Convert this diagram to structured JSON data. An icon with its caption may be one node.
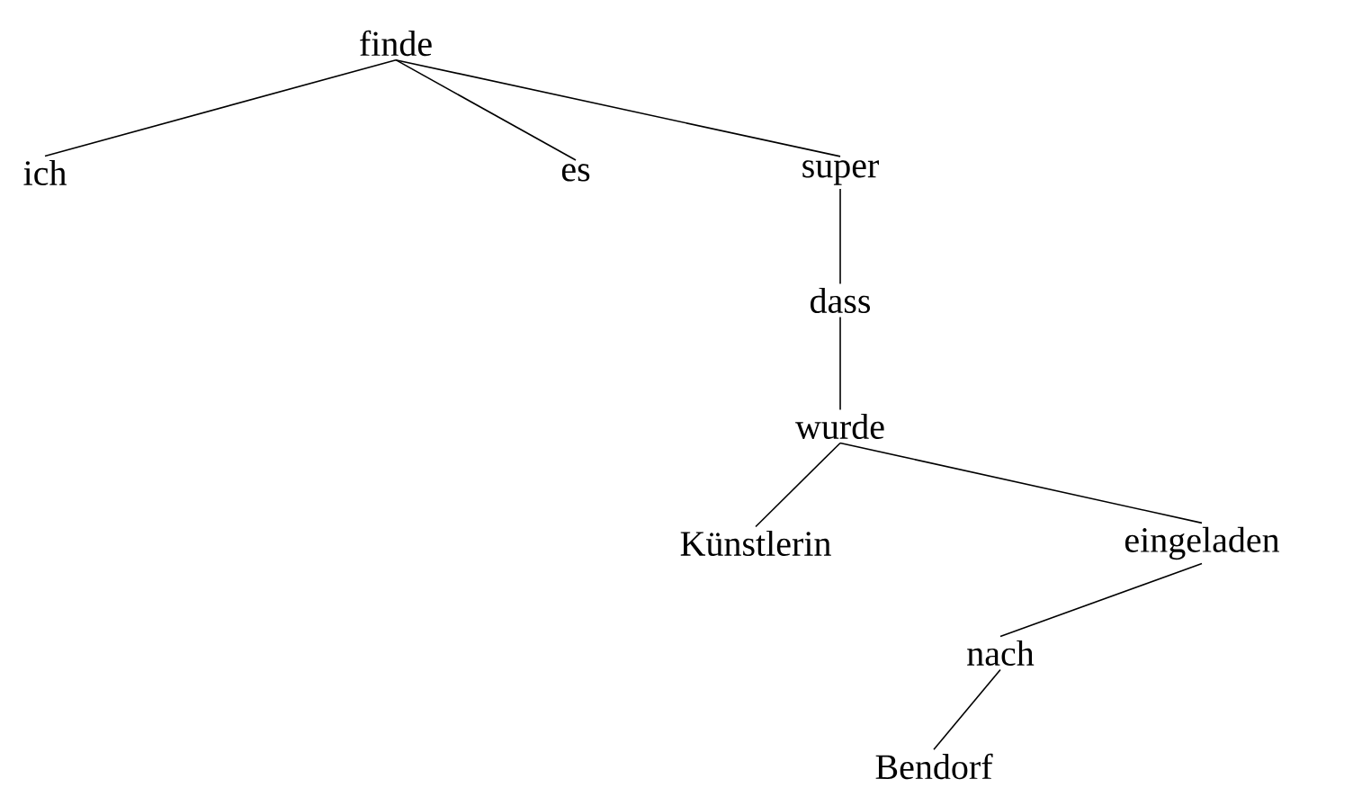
{
  "diagram": {
    "nodes": [
      {
        "text": [
          "finde"
        ]
      },
      {
        "text": [
          "ich"
        ]
      },
      {
        "text": [
          "es"
        ]
      },
      {
        "text": [
          "super"
        ]
      },
      {
        "text": [
          "dass"
        ]
      },
      {
        "text": [
          "wurde"
        ]
      },
      {
        "text": [
          "Künstlerin"
        ]
      },
      {
        "text": [
          "eingeladen"
        ]
      },
      {
        "text": [
          "nach"
        ]
      },
      {
        "text": [
          "Bendorf"
        ]
      }
    ],
    "edges": [
      {
        "from": 0,
        "to": 1,
        "arrow": "none"
      },
      {
        "from": 0,
        "to": 2,
        "arrow": "none"
      },
      {
        "from": 0,
        "to": 3,
        "arrow": "none"
      },
      {
        "from": 3,
        "to": 4,
        "arrow": "none"
      },
      {
        "from": 4,
        "to": 5,
        "arrow": "none"
      },
      {
        "from": 5,
        "to": 6,
        "arrow": "none"
      },
      {
        "from": 5,
        "to": 7,
        "arrow": "none"
      },
      {
        "from": 7,
        "to": 8,
        "arrow": "none"
      },
      {
        "from": 8,
        "to": 9,
        "arrow": "none"
      }
    ]
  }
}
